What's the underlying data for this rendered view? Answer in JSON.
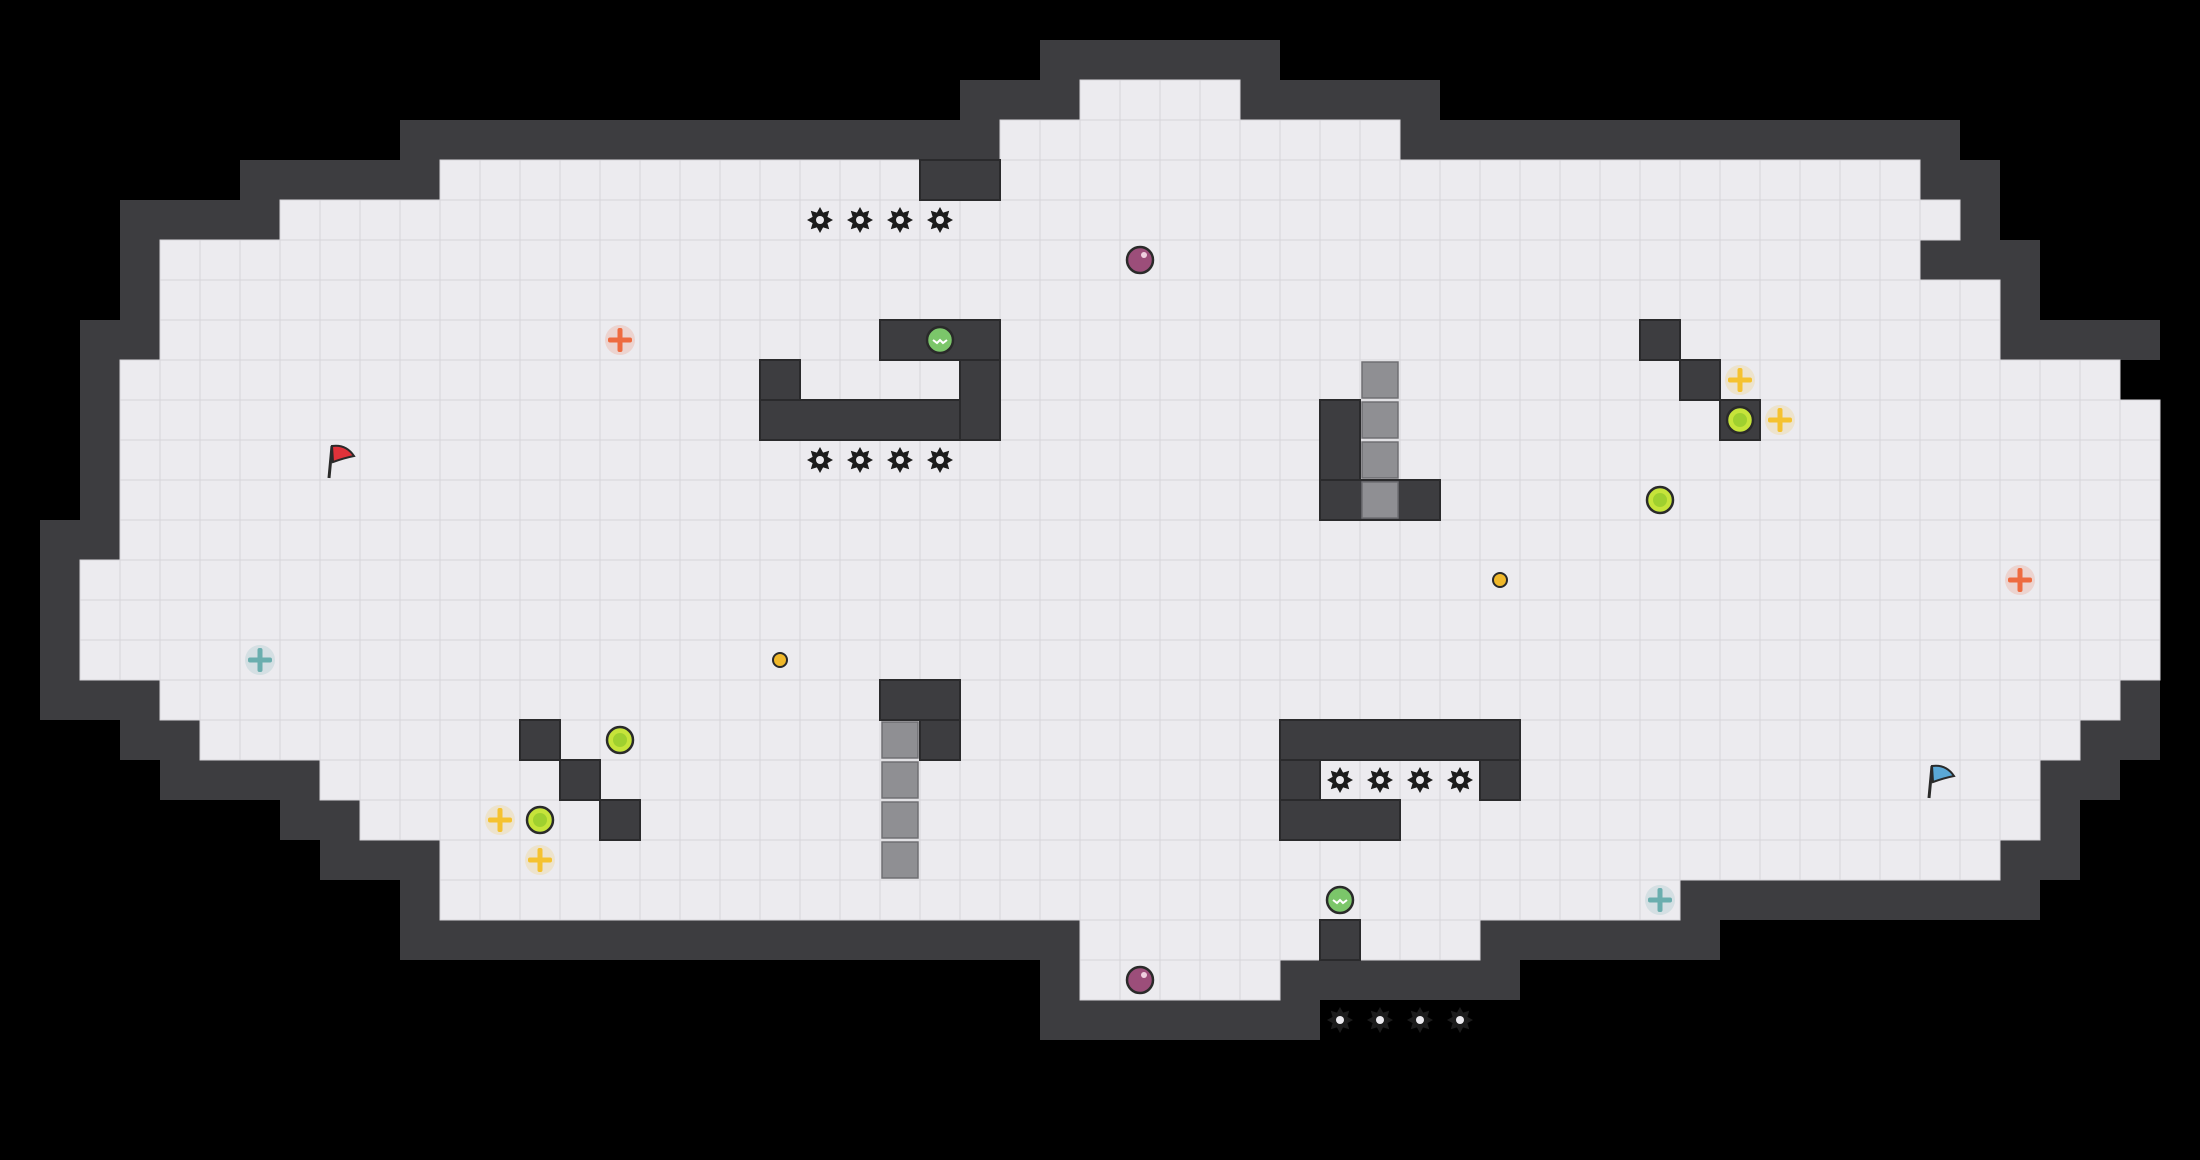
{
  "level": {
    "grid": {
      "cols": 52,
      "rows": 28,
      "floor_rows": [
        "....................................................",
        "..........................####......................",
        "........................##########..................",
        "..........#####################################.....",
        "......##########################################.....",
        "...############################################.....",
        "...##############################################....",
        "...##############################################....",
        "..##################################################",
        "..###################################################",
        "..###################################################",
        "..###################################################",
        "..###################################################",
        ".####################################################",
        ".####################################################",
        ".####################################################",
        "...#################################################.",
        "....###############################################..",
        ".......###########################################...",
        "........##########################################...",
        "..........#######################################....",
        "..........###############################...........",
        "..........................##########................",
        "..........................#####.....................",
        "....................................................",
        "....................................................",
        "....................................................",
        "...................................................."
      ]
    },
    "colors": {
      "background": "#000000",
      "wall": "#3d3d40",
      "wall_edge": "#2a2a2c",
      "floor": "#ecebef",
      "grid_line": "#d6d5da",
      "spike": "#1c1c1c",
      "grate": "#8f8f93",
      "orange": "#ee6a3f",
      "yellow": "#f5c22e",
      "teal": "#6aaeae",
      "red_flag": "#e0323a",
      "blue_flag": "#5aa8d6",
      "lime": "#c6e43a",
      "purple": "#9c4e7a",
      "coin": "#f0b82a"
    },
    "flags": [
      {
        "name": "red-flag",
        "col": 7,
        "row": 10,
        "color": "red"
      },
      {
        "name": "blue-flag",
        "col": 47,
        "row": 18,
        "color": "blue"
      }
    ],
    "crosshairs": [
      {
        "color": "orange",
        "col": 14,
        "row": 7
      },
      {
        "color": "orange",
        "col": 49,
        "row": 13
      },
      {
        "color": "teal",
        "col": 5,
        "row": 15
      },
      {
        "color": "teal",
        "col": 40,
        "row": 21
      },
      {
        "color": "yellow",
        "col": 42,
        "row": 8
      },
      {
        "color": "yellow",
        "col": 43,
        "row": 9
      },
      {
        "color": "yellow",
        "col": 11,
        "row": 19
      },
      {
        "color": "yellow",
        "col": 12,
        "row": 20
      }
    ],
    "lime_orbs": [
      {
        "col": 14,
        "row": 17
      },
      {
        "col": 12,
        "row": 19
      },
      {
        "col": 42,
        "row": 9
      },
      {
        "col": 40,
        "row": 11
      }
    ],
    "green_pills": [
      {
        "col": 22,
        "row": 7
      },
      {
        "col": 32,
        "row": 21
      }
    ],
    "purple_orbs": [
      {
        "col": 27,
        "row": 5
      },
      {
        "col": 27,
        "row": 23
      }
    ],
    "coins": [
      {
        "col": 18,
        "row": 15
      },
      {
        "col": 36,
        "row": 13
      }
    ],
    "spike_rows": [
      {
        "col": 19,
        "row": 4,
        "count": 4
      },
      {
        "col": 19,
        "row": 10,
        "count": 4
      },
      {
        "col": 32,
        "row": 18,
        "count": 4
      },
      {
        "col": 32,
        "row": 24,
        "count": 4
      }
    ],
    "grates": [
      {
        "col": 33,
        "row": 8,
        "count": 4
      },
      {
        "col": 21,
        "row": 17,
        "count": 4
      }
    ]
  }
}
